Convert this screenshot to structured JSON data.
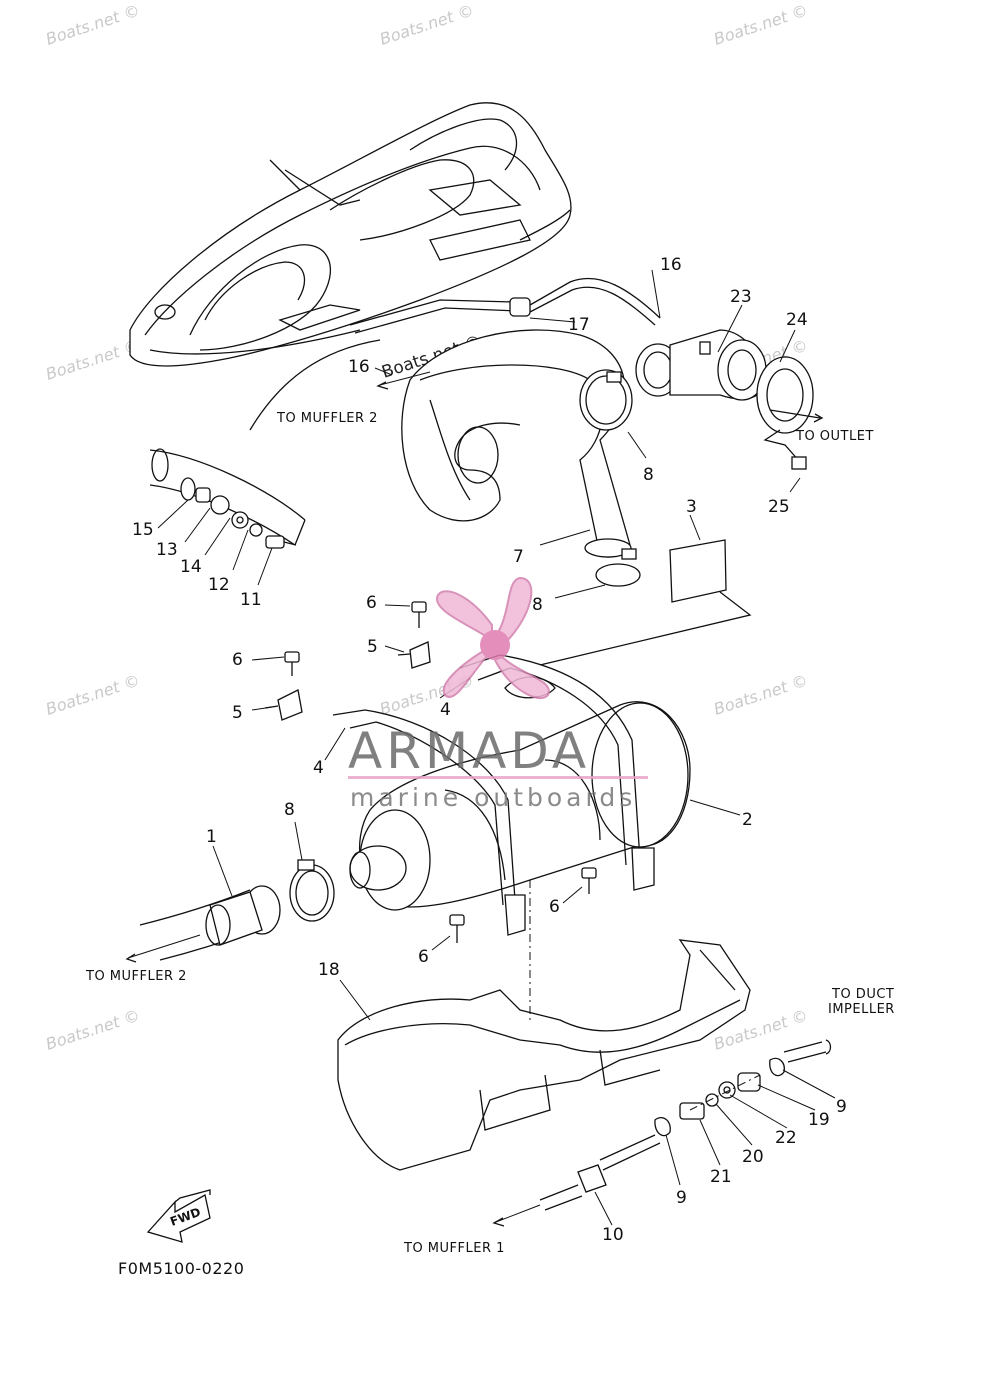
{
  "figure_code": "F0M5100-0220",
  "fwd_label": "FWD",
  "watermark": "Boats.net ©",
  "brand": {
    "name": "ARMADA",
    "tagline": "marine outboards"
  },
  "callouts": {
    "to_muffler_2_top": "TO MUFFLER 2",
    "to_muffler_2_bottom": "TO MUFFLER 2",
    "to_outlet": "TO OUTLET",
    "to_duct": "TO DUCT",
    "impeller": "IMPELLER",
    "to_muffler_1": "TO MUFFLER 1"
  },
  "labels": {
    "l1": "1",
    "l2": "2",
    "l3": "3",
    "l4a": "4",
    "l4b": "4",
    "l5a": "5",
    "l5b": "5",
    "l6a": "6",
    "l6b": "6",
    "l6c": "6",
    "l6d": "6",
    "l7": "7",
    "l8a": "8",
    "l8b": "8",
    "l8c": "8",
    "l9a": "9",
    "l9b": "9",
    "l10": "10",
    "l11": "11",
    "l12": "12",
    "l13": "13",
    "l14": "14",
    "l15": "15",
    "l16a": "16",
    "l16b": "16",
    "l17": "17",
    "l18": "18",
    "l19": "19",
    "l20": "20",
    "l21": "21",
    "l22": "22",
    "l23": "23",
    "l24": "24",
    "l25": "25"
  }
}
